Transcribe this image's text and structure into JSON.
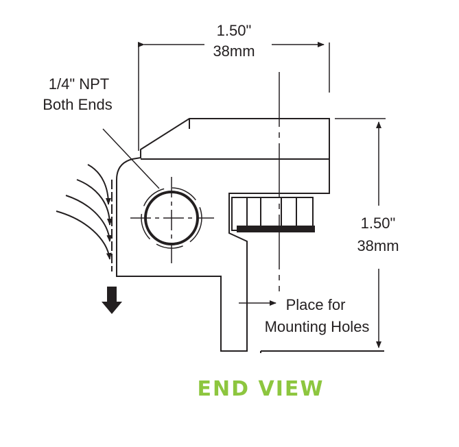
{
  "labels": {
    "top_dim_inch": "1.50\"",
    "top_dim_mm": "38mm",
    "npt_line1": "1/4\" NPT",
    "npt_line2": "Both Ends",
    "right_dim_inch": "1.50\"",
    "right_dim_mm": "38mm",
    "mount_line1": "Place for",
    "mount_line2": "Mounting Holes"
  },
  "title": "END VIEW",
  "colors": {
    "line": "#231f20",
    "title": "#8dc63f"
  }
}
